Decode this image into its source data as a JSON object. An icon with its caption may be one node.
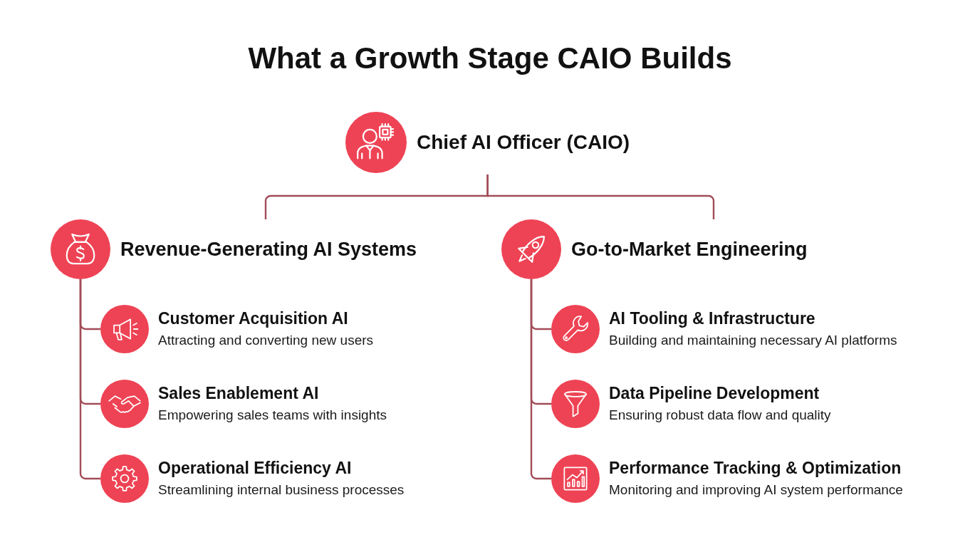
{
  "diagram": {
    "title": "What a Growth Stage CAIO Builds",
    "nodes": [
      {
        "text": [
          "Chief AI Officer (CAIO)"
        ]
      },
      {
        "text": [
          "Revenue-Generating AI Systems"
        ]
      },
      {
        "text": [
          "Go-to-Market Engineering"
        ]
      },
      {
        "text": [
          "Customer Acquisition AI",
          "Attracting and converting new users"
        ]
      },
      {
        "text": [
          "Sales Enablement AI",
          "Empowering sales teams with insights"
        ]
      },
      {
        "text": [
          "Operational Efficiency AI",
          "Streamlining internal business processes"
        ]
      },
      {
        "text": [
          "AI Tooling & Infrastructure",
          "Building and maintaining necessary AI platforms"
        ]
      },
      {
        "text": [
          "Data Pipeline Development",
          "Ensuring robust data flow and quality"
        ]
      },
      {
        "text": [
          "Performance Tracking & Optimization",
          "Monitoring and improving AI system performance"
        ]
      }
    ],
    "edges": [
      {
        "from": 0,
        "to": 1,
        "arrow": "none"
      },
      {
        "from": 0,
        "to": 2,
        "arrow": "none"
      },
      {
        "from": 1,
        "to": 3,
        "arrow": "none"
      },
      {
        "from": 1,
        "to": 4,
        "arrow": "none"
      },
      {
        "from": 1,
        "to": 5,
        "arrow": "none"
      },
      {
        "from": 2,
        "to": 6,
        "arrow": "none"
      },
      {
        "from": 2,
        "to": 7,
        "arrow": "none"
      },
      {
        "from": 2,
        "to": 8,
        "arrow": "none"
      }
    ]
  }
}
